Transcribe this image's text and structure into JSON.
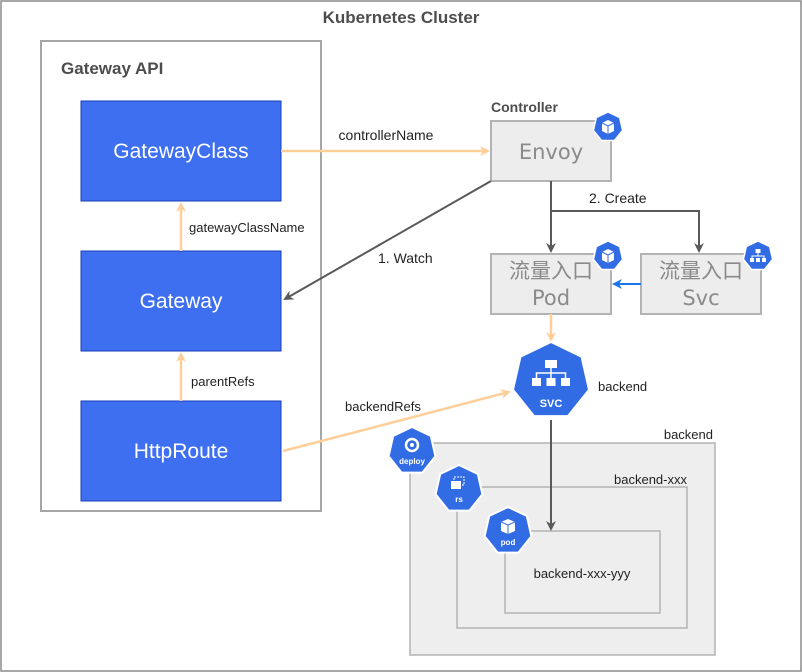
{
  "cluster": {
    "title": "Kubernetes Cluster"
  },
  "gateway_api": {
    "title": "Gateway API",
    "boxes": {
      "gatewayclass": "GatewayClass",
      "gateway": "Gateway",
      "httproute": "HttpRoute"
    },
    "edge_labels": {
      "gateway_class_name": "gatewayClassName",
      "parent_refs": "parentRefs"
    }
  },
  "controller": {
    "title": "Controller",
    "envoy": "Envoy",
    "pod_box": {
      "line1": "流量入口",
      "line2": "Pod"
    },
    "svc_box": {
      "line1": "流量入口",
      "line2": "Svc"
    }
  },
  "edge_labels": {
    "controller_name": "controllerName",
    "watch": "1.  Watch",
    "create": "2. Create",
    "backend_refs": "backendRefs"
  },
  "backend": {
    "svc_icon_label": "SVC",
    "svc_name": "backend",
    "deploy_icon_label": "deploy",
    "deploy_name": "backend",
    "rs_icon_label": "rs",
    "rs_name": "backend-xxx",
    "pod_icon_label": "pod",
    "pod_name": "backend-xxx-yyy"
  },
  "colors": {
    "blue_box": "#3d6ff0",
    "k8s_blue": "#326ce5",
    "gray_box_fill": "#ededed",
    "gray_box_stroke": "#b3b3b3",
    "orange_arrow": "#ffcf99",
    "dark_arrow": "#595959",
    "blue_arrow": "#1a75e8"
  }
}
